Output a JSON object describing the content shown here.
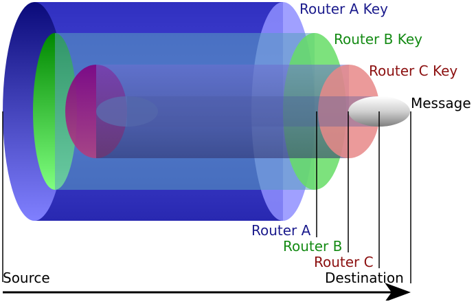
{
  "labels": {
    "router_a_key": "Router A Key",
    "router_b_key": "Router B Key",
    "router_c_key": "Router C Key",
    "message": "Message",
    "router_a": "Router A",
    "router_b": "Router B",
    "router_c": "Router C",
    "source": "Source",
    "destination": "Destination"
  },
  "colors": {
    "router_a": "#1a1a8c",
    "router_b": "#138a13",
    "router_c": "#8b0f0f",
    "text_default": "#000000"
  }
}
